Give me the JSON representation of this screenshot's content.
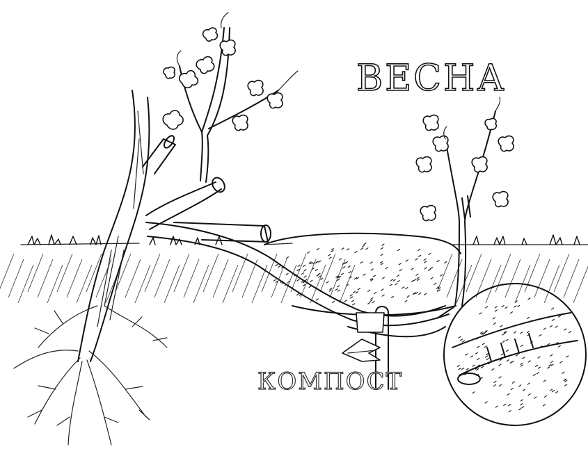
{
  "title": "ВЕСНА",
  "labels": {
    "compost": "КОМПОСТ"
  },
  "icons": [
    "mother-vine-trunk",
    "layered-cane",
    "new-vine-shoot",
    "compost-mound",
    "wire-staple",
    "magnified-rooting-detail",
    "grass",
    "roots"
  ]
}
